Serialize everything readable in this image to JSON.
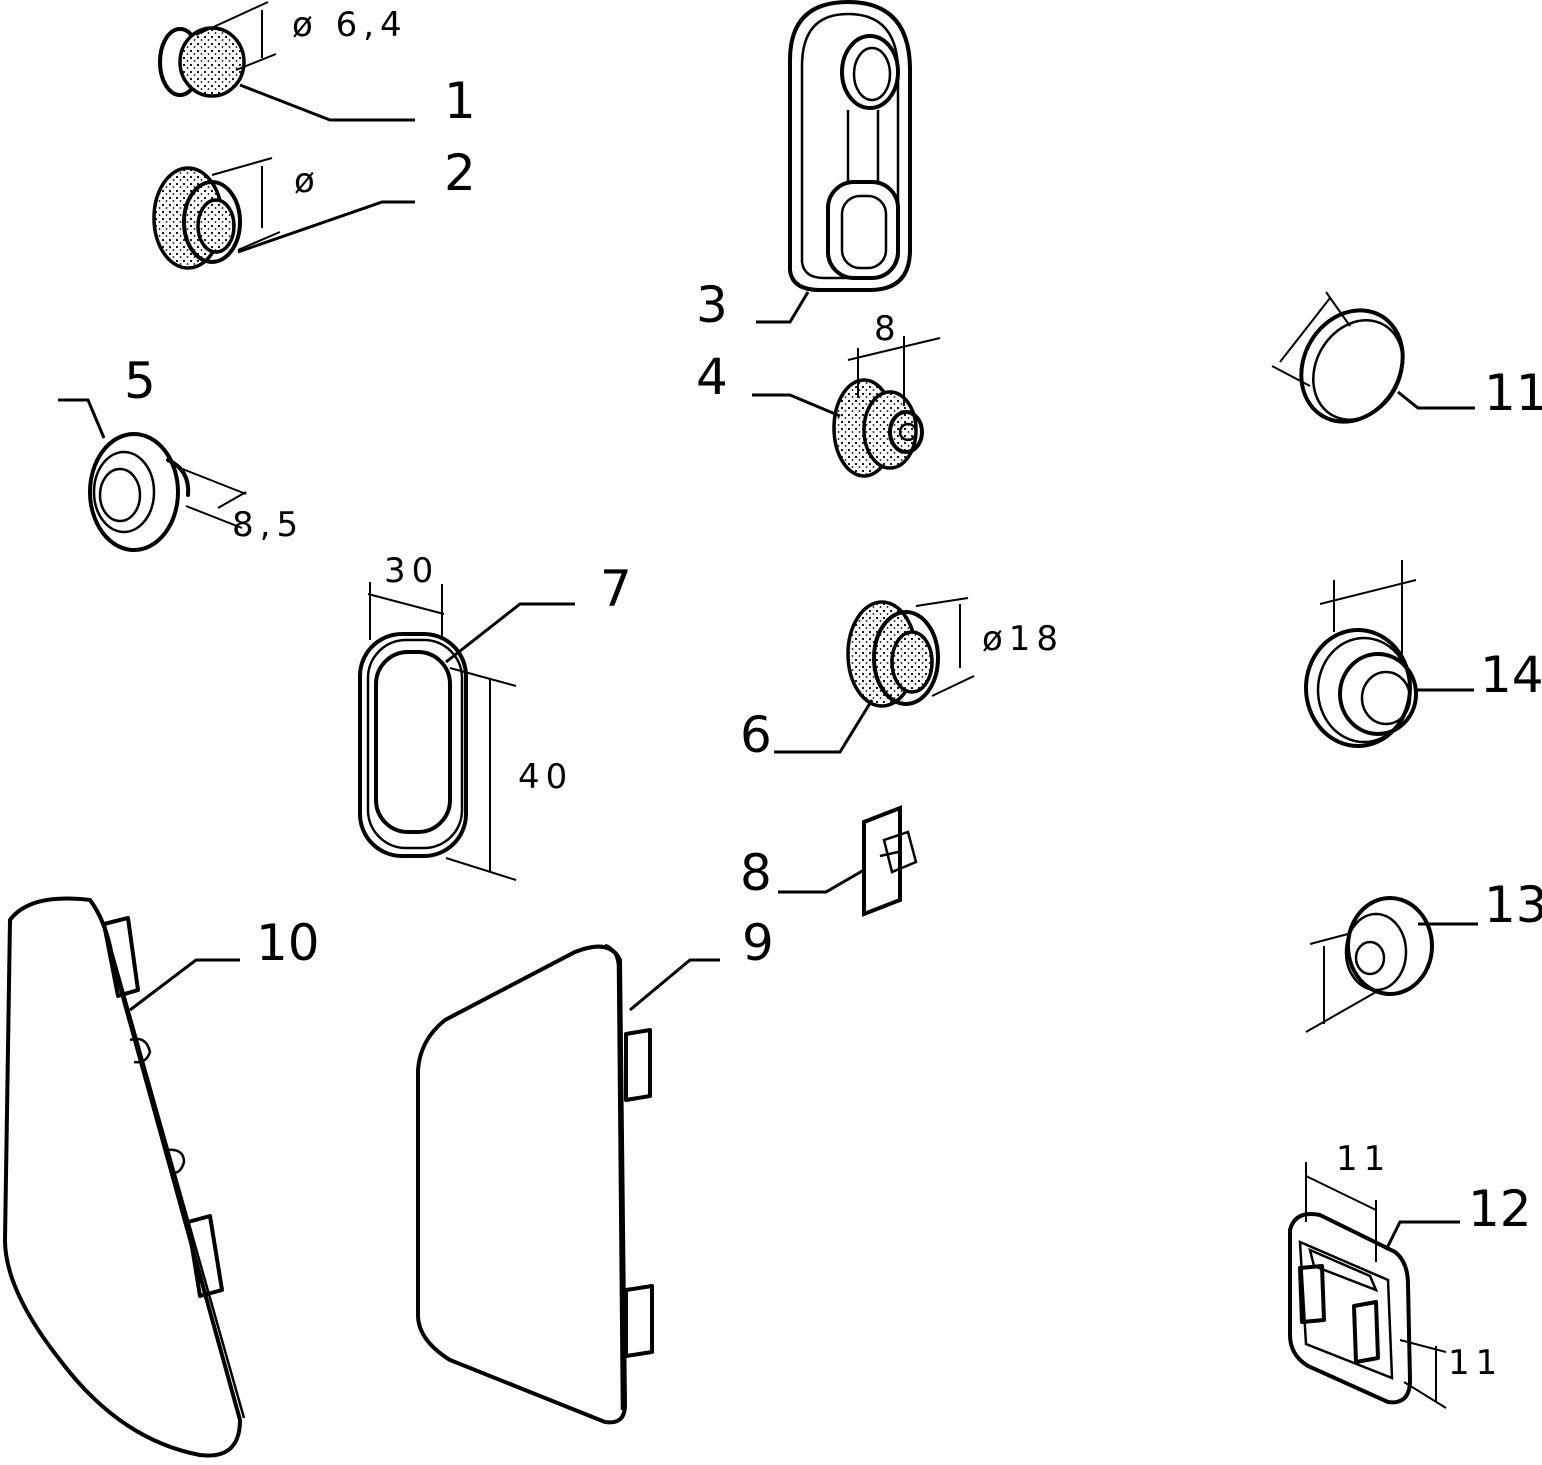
{
  "callouts": {
    "c1": "1",
    "c2": "2",
    "c3": "3",
    "c4": "4",
    "c5": "5",
    "c6": "6",
    "c7": "7",
    "c8": "8",
    "c9": "9",
    "c10": "10",
    "c11": "11",
    "c12": "12",
    "c13": "13",
    "c14": "14"
  },
  "dimensions": {
    "d1": "ø 6,4",
    "d2": "ø",
    "d4": "8",
    "d5": "8,5",
    "d6": "ø18",
    "d7w": "30",
    "d7h": "40",
    "d12a": "11",
    "d12b": "11"
  }
}
